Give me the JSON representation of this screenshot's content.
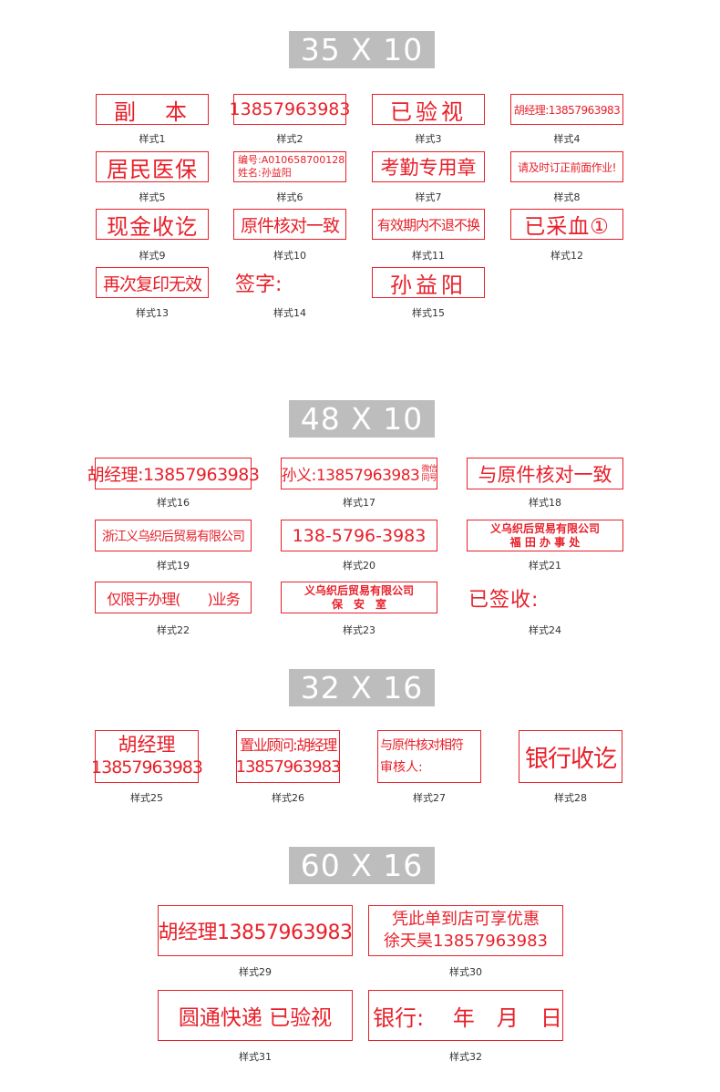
{
  "sections": [
    {
      "title": "35 X 10"
    },
    {
      "title": "48 X 10"
    },
    {
      "title": "32 X 16"
    },
    {
      "title": "60 X 16"
    }
  ],
  "stamps": [
    {
      "caption": "样式1",
      "lines": [
        "副　本"
      ]
    },
    {
      "caption": "样式2",
      "lines": [
        "13857963983"
      ]
    },
    {
      "caption": "样式3",
      "lines": [
        "已验视"
      ]
    },
    {
      "caption": "样式4",
      "lines": [
        "胡经理:13857963983"
      ]
    },
    {
      "caption": "样式5",
      "lines": [
        "居民医保"
      ]
    },
    {
      "caption": "样式6",
      "lines": [
        "编号:A010658700128",
        "姓名:孙益阳"
      ]
    },
    {
      "caption": "样式7",
      "lines": [
        "考勤专用章"
      ]
    },
    {
      "caption": "样式8",
      "lines": [
        "请及时订正前面作业!"
      ]
    },
    {
      "caption": "样式9",
      "lines": [
        "现金收讫"
      ]
    },
    {
      "caption": "样式10",
      "lines": [
        "原件核对一致"
      ]
    },
    {
      "caption": "样式11",
      "lines": [
        "有效期内不退不换"
      ]
    },
    {
      "caption": "样式12",
      "lines": [
        "已采血①"
      ]
    },
    {
      "caption": "样式13",
      "lines": [
        "再次复印无效"
      ]
    },
    {
      "caption": "样式14",
      "lines": [
        "签字:"
      ]
    },
    {
      "caption": "样式15",
      "lines": [
        "孙益阳"
      ]
    },
    {
      "caption": "样式16",
      "lines": [
        "胡经理:13857963983"
      ]
    },
    {
      "caption": "样式17",
      "lines": [
        "孙义:13857963983"
      ],
      "side": [
        "微信",
        "同号"
      ]
    },
    {
      "caption": "样式18",
      "lines": [
        "与原件核对一致"
      ]
    },
    {
      "caption": "样式19",
      "lines": [
        "浙江义乌织后贸易有限公司"
      ]
    },
    {
      "caption": "样式20",
      "lines": [
        "138-5796-3983"
      ]
    },
    {
      "caption": "样式21",
      "lines": [
        "义乌织后贸易有限公司",
        "福 田 办 事 处"
      ]
    },
    {
      "caption": "样式22",
      "lines": [
        "仅限于办理(　　)业务"
      ]
    },
    {
      "caption": "样式23",
      "lines": [
        "义乌织后贸易有限公司",
        "保　安　室"
      ]
    },
    {
      "caption": "样式24",
      "lines": [
        "已签收:"
      ]
    },
    {
      "caption": "样式25",
      "lines": [
        "胡经理",
        "13857963983"
      ]
    },
    {
      "caption": "样式26",
      "lines": [
        "置业顾问:胡经理",
        "13857963983"
      ]
    },
    {
      "caption": "样式27",
      "lines": [
        "与原件核对相符",
        "审核人:"
      ]
    },
    {
      "caption": "样式28",
      "lines": [
        "银行收讫"
      ]
    },
    {
      "caption": "样式29",
      "lines": [
        "胡经理13857963983"
      ]
    },
    {
      "caption": "样式30",
      "lines": [
        "凭此单到店可享优惠",
        "徐天昊13857963983"
      ]
    },
    {
      "caption": "样式31",
      "lines": [
        "圆通快递 已验视"
      ]
    },
    {
      "caption": "样式32",
      "lines": [
        "银行:　 年　月　日"
      ]
    }
  ],
  "colors": {
    "stamp_red": "#e8202a",
    "header_gray": "#bdbdbd",
    "caption": "#333333"
  }
}
